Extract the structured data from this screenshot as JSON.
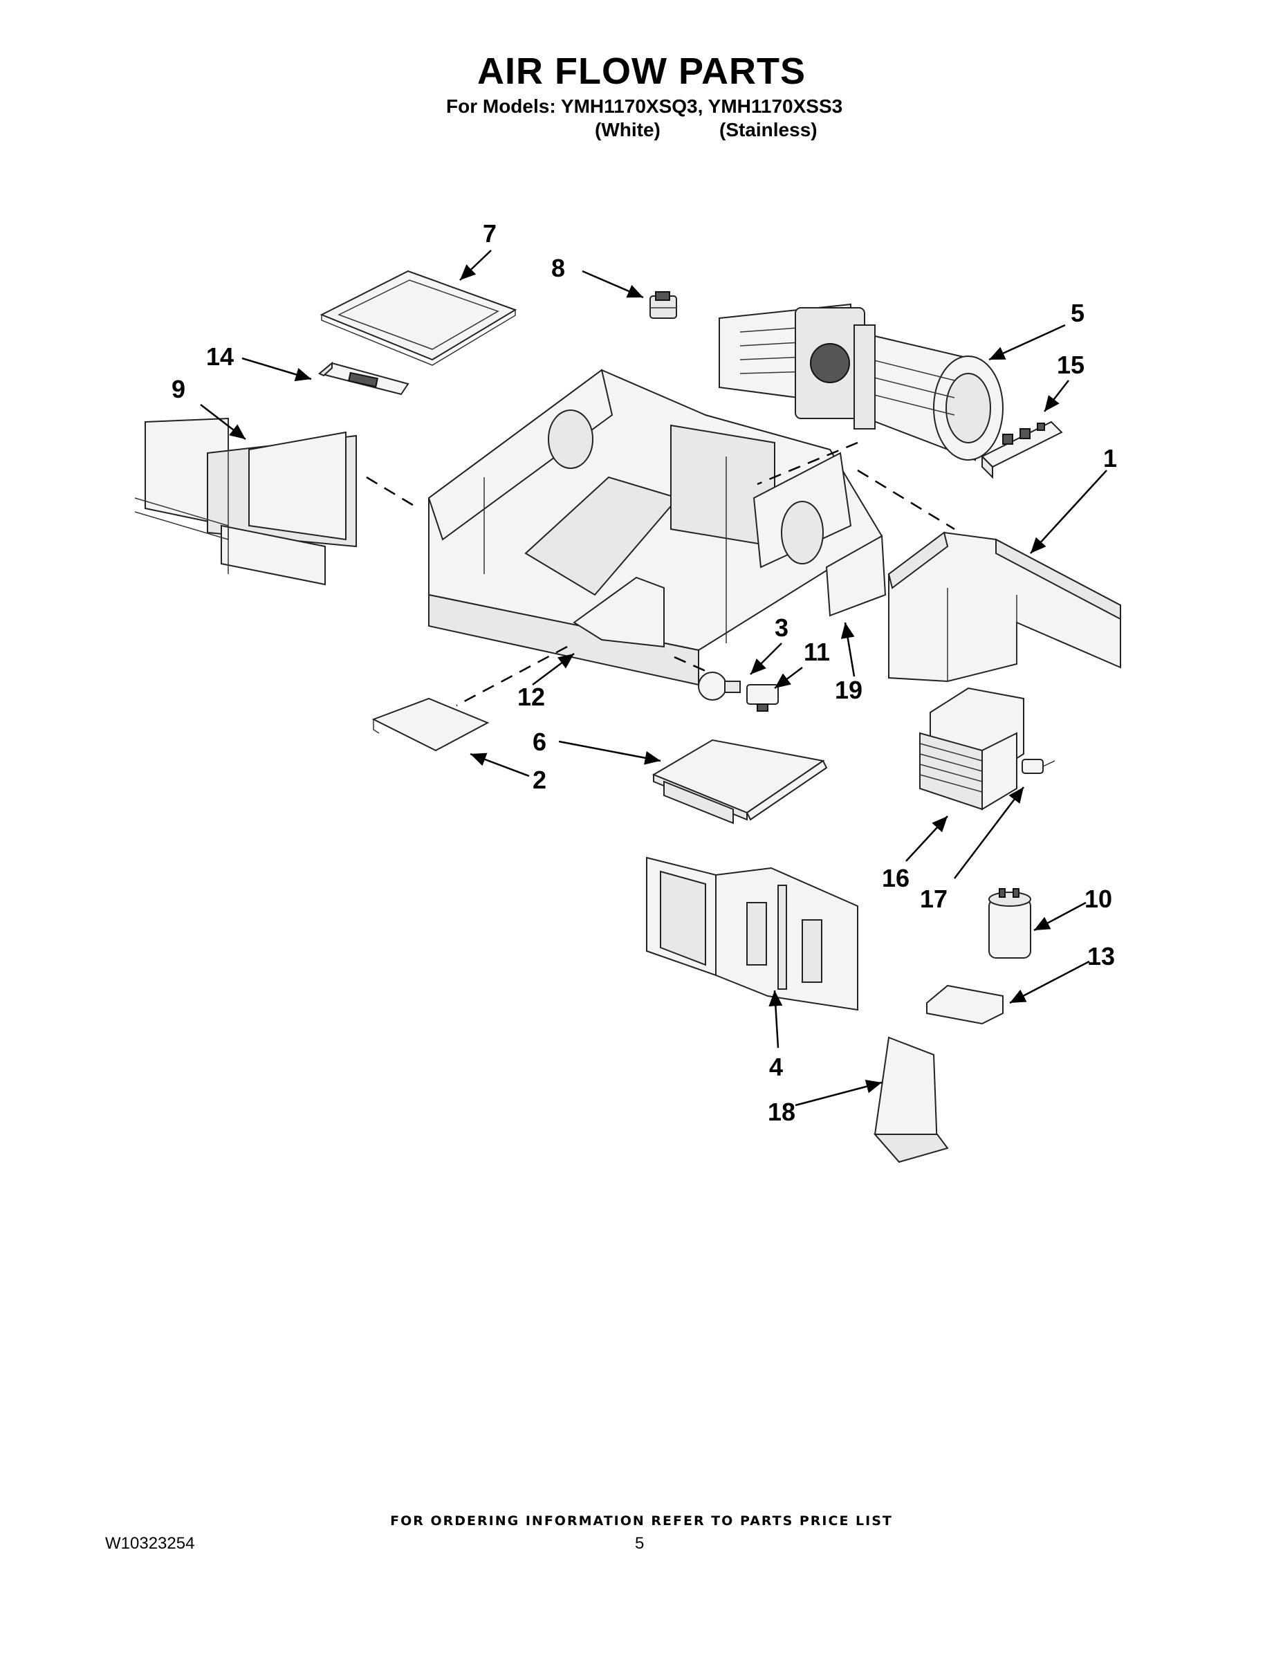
{
  "header": {
    "title": "AIR FLOW PARTS",
    "models_line": "For Models: YMH1170XSQ3, YMH1170XSS3",
    "variant_white": "(White)",
    "variant_stainless": "(Stainless)"
  },
  "callouts": {
    "c1": "1",
    "c2": "2",
    "c3": "3",
    "c4": "4",
    "c5": "5",
    "c6": "6",
    "c7": "7",
    "c8": "8",
    "c9": "9",
    "c10": "10",
    "c11": "11",
    "c12": "12",
    "c13": "13",
    "c14": "14",
    "c15": "15",
    "c16": "16",
    "c17": "17",
    "c18": "18",
    "c19": "19"
  },
  "footer": {
    "ordering_note": "FOR ORDERING INFORMATION REFER TO PARTS PRICE LIST",
    "document_number": "W10323254",
    "page_number": "5"
  }
}
